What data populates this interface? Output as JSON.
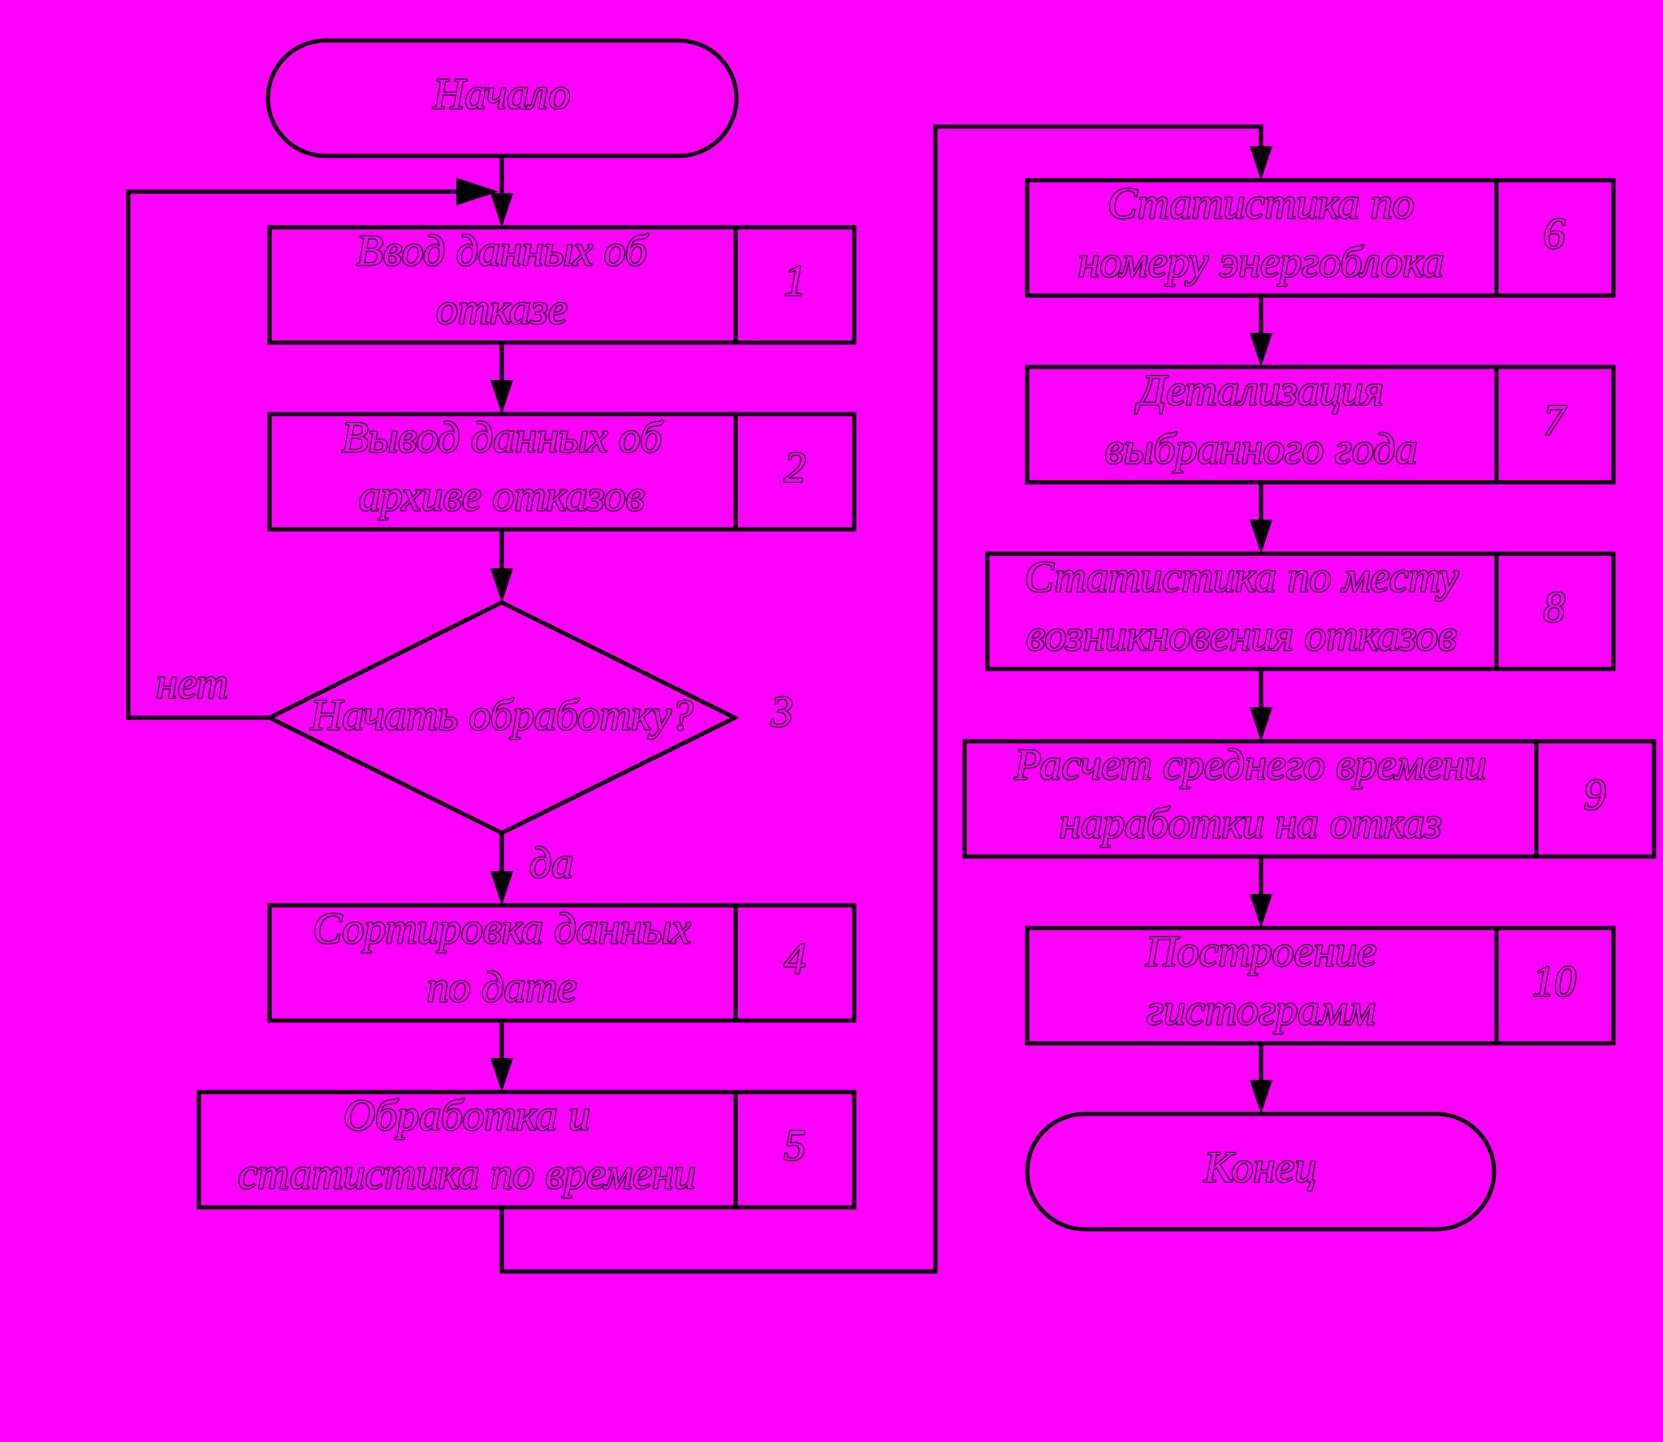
{
  "colors": {
    "background": "#FF00FF",
    "stroke": "#000000",
    "text": "#FF00FF"
  },
  "start": "Начало",
  "end": "Конец",
  "steps": [
    {
      "text": [
        "Ввод данных об",
        "отказе"
      ],
      "number": "1"
    },
    {
      "text": [
        "Вывод данных об",
        "архиве отказов"
      ],
      "number": "2"
    },
    {
      "text": [
        "Сортировка данных",
        "по дате"
      ],
      "number": "4"
    },
    {
      "text": [
        "Обработка и",
        "статистика по времени"
      ],
      "number": "5"
    },
    {
      "text": [
        "Статистика по",
        "номеру энергоблока"
      ],
      "number": "6"
    },
    {
      "text": [
        "Детализация",
        "выбранного года"
      ],
      "number": "7"
    },
    {
      "text": [
        "Статистика по месту",
        "возникновения отказов"
      ],
      "number": "8"
    },
    {
      "text": [
        "Расчет среднего времени",
        "наработки на отказ"
      ],
      "number": "9"
    },
    {
      "text": [
        "Построение",
        "гистограмм"
      ],
      "number": "10"
    }
  ],
  "decision": {
    "text": "Начать обработку?",
    "number": "3",
    "no_label": "нет",
    "yes_label": "да"
  }
}
